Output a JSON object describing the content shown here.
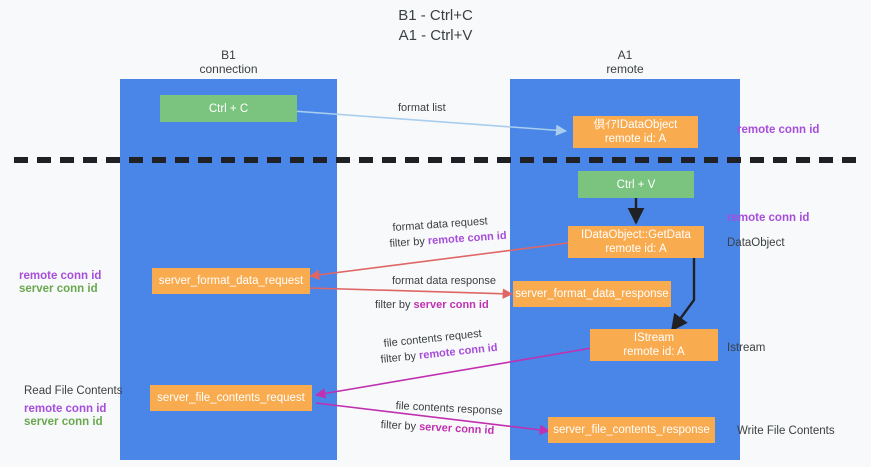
{
  "title": {
    "line1": "B1 - Ctrl+C",
    "line2": "A1 - Ctrl+V"
  },
  "columns": [
    {
      "id": "b1",
      "head_line1": "B1",
      "head_line2": "connection",
      "color": "#4a86e8"
    },
    {
      "id": "a1",
      "head_line1": "A1",
      "head_line2": "remote",
      "color": "#4a86e8"
    }
  ],
  "nodes": {
    "ctrl_c": {
      "label": "Ctrl + C",
      "color": "#7bc47f"
    },
    "idataobject_remote": {
      "line1": "倶ｲｱIDataObject",
      "line2": "remote id: A",
      "color": "#f9ab50"
    },
    "ctrl_v": {
      "label": "Ctrl + V",
      "color": "#7bc47f"
    },
    "getdata": {
      "line1": "IDataObject::GetData",
      "line2": "remote id: A",
      "color": "#f9ab50"
    },
    "server_format_data_request": {
      "label": "server_format_data_request",
      "color": "#f9ab50"
    },
    "server_format_data_response": {
      "label": "server_format_data_response",
      "color": "#f9ab50"
    },
    "istream": {
      "line1": "IStream",
      "line2": "remote id: A",
      "color": "#f9ab50"
    },
    "server_file_contents_request": {
      "label": "server_file_contents_request",
      "color": "#f9ab50"
    },
    "server_file_contents_response": {
      "label": "server_file_contents_response",
      "color": "#f9ab50"
    }
  },
  "edge_labels": {
    "format_list": "format list",
    "format_data_request": "format data request",
    "format_data_request_filter_prefix": "filter by ",
    "format_data_request_filter_key": "remote conn id",
    "format_data_response": "format data response",
    "format_data_response_filter_prefix": "filter by ",
    "format_data_response_filter_key": "server conn id",
    "file_contents_request": "file contents request",
    "file_contents_request_filter_prefix": "filter by ",
    "file_contents_request_filter_key": "remote conn id",
    "file_contents_response": "file contents response",
    "file_contents_response_filter_prefix": "filter by ",
    "file_contents_response_filter_key": "server conn id"
  },
  "annotations": {
    "right_remote_conn_id_top": "remote conn id",
    "right_remote_conn_id_mid": "remote conn id",
    "right_dataobject": "DataObject",
    "right_istream": "Istream",
    "right_write_file_contents": "Write File Contents",
    "left_remote_conn_id": "remote conn id",
    "left_server_conn_id": "server conn id",
    "left_read_file_contents": "Read File Contents",
    "left_remote_conn_id_2": "remote conn id",
    "left_server_conn_id_2": "server conn id"
  },
  "colors": {
    "column_blue": "#4a86e8",
    "node_orange": "#f9ab50",
    "node_green": "#7bc47f",
    "arrow_lightblue": "#a8cdee",
    "arrow_red": "#e06666",
    "arrow_magenta": "#c030b0",
    "arrow_black": "#202124",
    "key_purple": "#a64ddb",
    "key_green": "#6aa84f",
    "divider": "#202124",
    "background": "#f8f9fa"
  }
}
